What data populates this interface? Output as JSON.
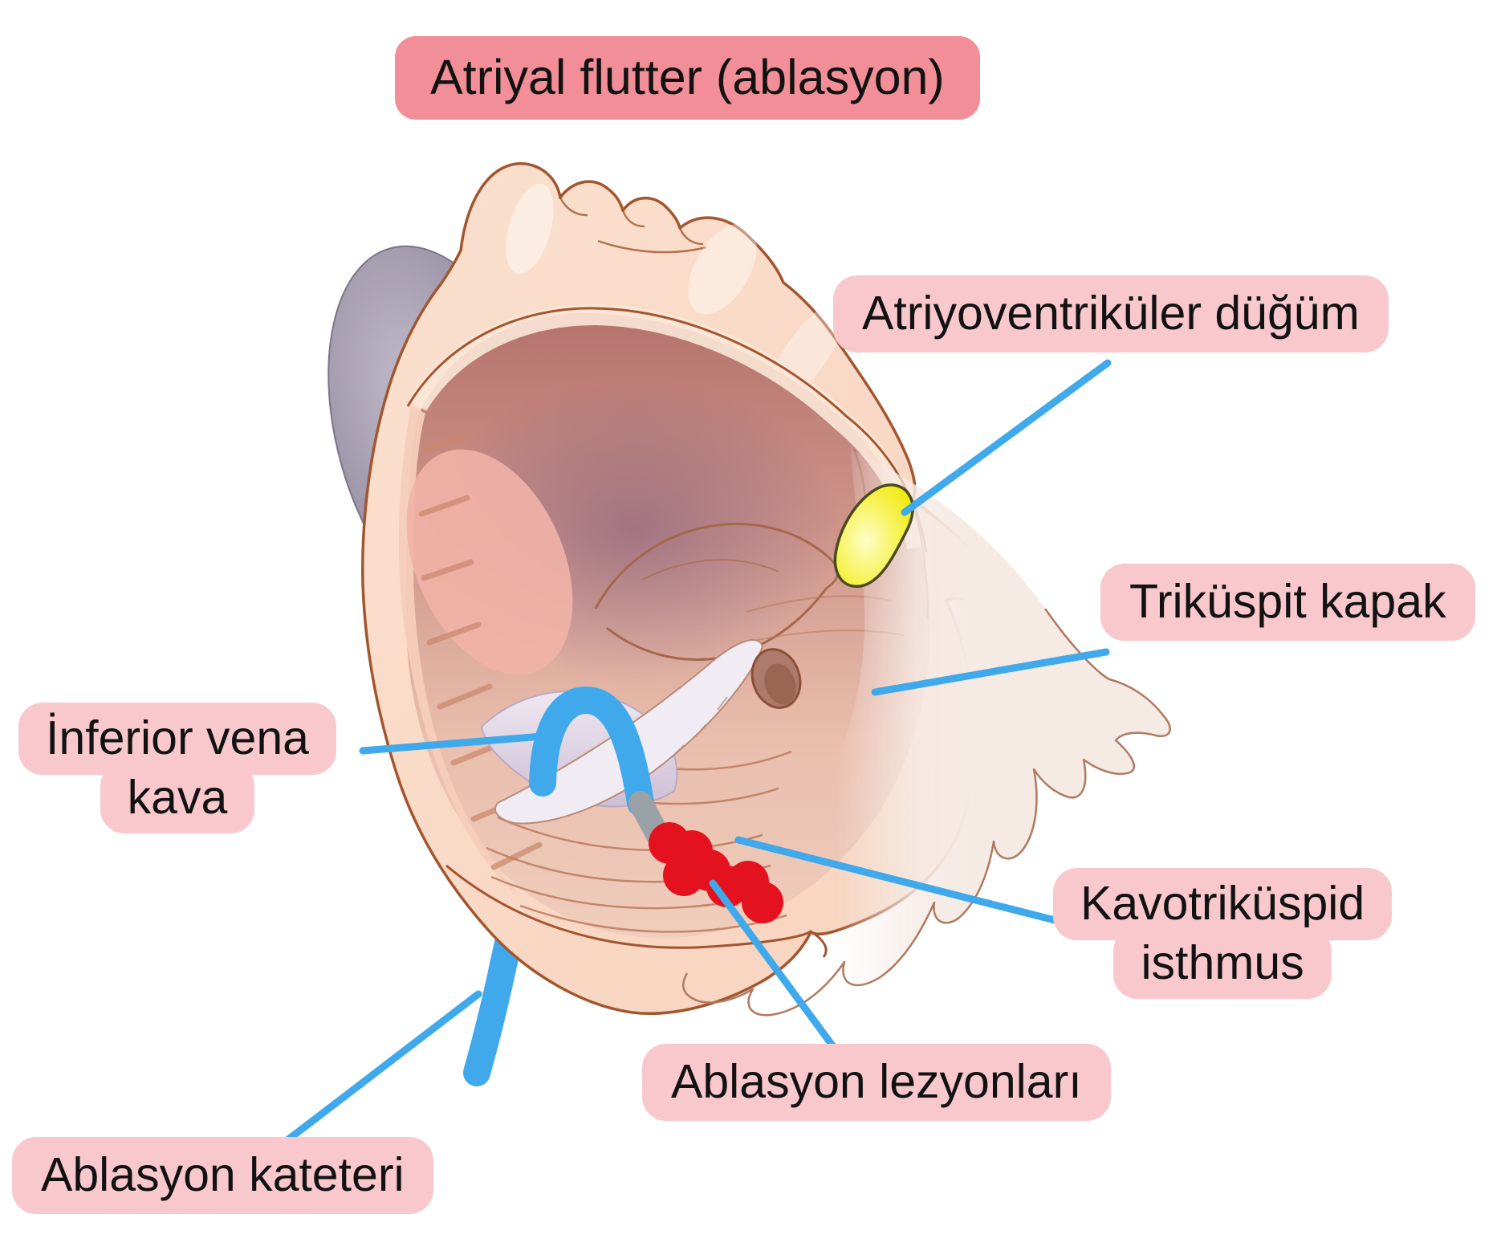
{
  "title": {
    "text": "Atriyal flutter (ablasyon)"
  },
  "labels": {
    "av_node": {
      "text": "Atriyoventriküler düğüm"
    },
    "tricuspid": {
      "text": "Triküspit kapak"
    },
    "ivc": {
      "line1": "İnferior vena",
      "line2": "kava"
    },
    "cti": {
      "line1": "Kavotriküspid",
      "line2": "isthmus"
    },
    "lesions": {
      "text": "Ablasyon lezyonları"
    },
    "catheter": {
      "text": "Ablasyon kateteri"
    }
  },
  "palette": {
    "title_bg": "#f28e97",
    "label_bg": "#f9c8cd",
    "leader_line": "#3fa9ec",
    "catheter_blue": "#3fa9ec",
    "catheter_tip_gray": "#9aa1a7",
    "lesion_red": "#e4121e",
    "av_node_yellow": "#f6ef16",
    "heart_wall": "#fadbc8",
    "outline_brown": "#a2562f",
    "aorta_gray": "#968d9f",
    "valve_pale": "#f6ece7",
    "text": "#121212"
  }
}
